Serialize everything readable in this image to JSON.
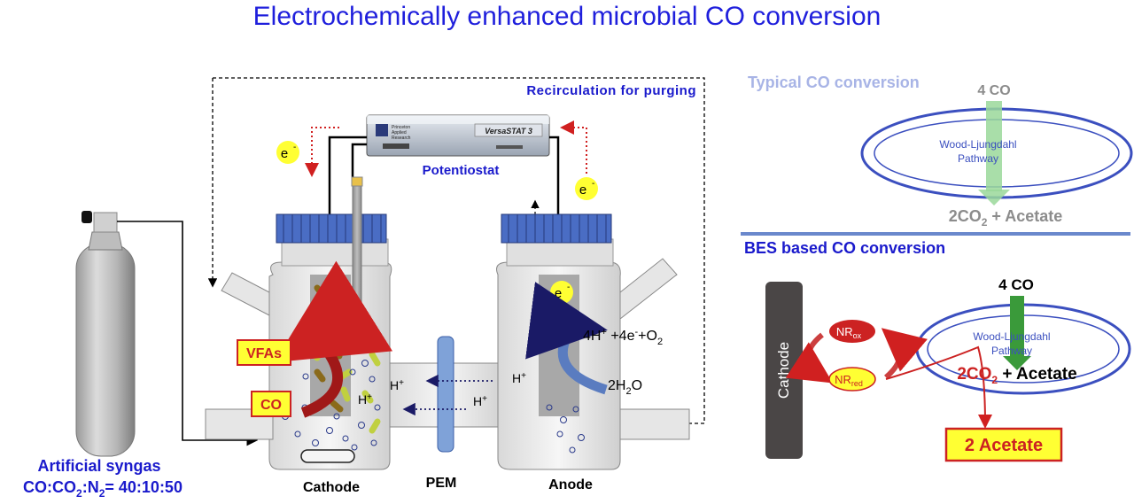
{
  "title": "Electrochemically enhanced microbial CO conversion",
  "recirculation_label": "Recirculation for purging",
  "potentiostat": {
    "label": "Potentiostat",
    "model": "VersaSTAT 3",
    "brand_line1": "Princeton",
    "brand_line2": "Applied",
    "brand_line3": "Research"
  },
  "electron_label": "e",
  "electron_charge": "-",
  "cell": {
    "cathode": "Cathode",
    "pem": "PEM",
    "anode": "Anode",
    "vfas": "VFAs",
    "co": "CO",
    "h_plus": "H",
    "h_charge": "+",
    "anode_reaction": {
      "a": "4H",
      "b": "+",
      "c": " +4e",
      "d": "-",
      "e": "+O",
      "f": "2"
    },
    "water": {
      "a": "2H",
      "b": "2",
      "c": "O"
    }
  },
  "gas": {
    "label_line1": "Artificial syngas",
    "ratio": {
      "a": "CO:CO",
      "b": "2",
      "c": ":N",
      "d": "2",
      "e": "= 40:10:50"
    }
  },
  "typical": {
    "heading": "Typical CO conversion",
    "input": "4 CO",
    "pathway_line1": "Wood-Ljungdahl",
    "pathway_line2": "Pathway",
    "output": {
      "a": "2CO",
      "b": "2",
      "c": " + Acetate"
    }
  },
  "bes": {
    "heading": "BES based CO conversion",
    "input": "4 CO",
    "cathode": "Cathode",
    "nr_ox": {
      "a": "NR",
      "b": "ox"
    },
    "nr_red": {
      "a": "NR",
      "b": "red"
    },
    "pathway_line1": "Wood-Ljungdahl",
    "pathway_line2": "Pathway",
    "output": {
      "a": "2CO",
      "b": "2",
      "c": " + Acetate"
    },
    "result": "2 Acetate"
  },
  "colors": {
    "title": "#1f1fdc",
    "blue_text": "#1a1acc",
    "typical_heading": "#a8b4e6",
    "grey_text": "#8c8c8c",
    "electron_fill": "#ffff33",
    "label_box_fill": "#ffff33",
    "label_box_border": "#cc2222",
    "red_arrow": "#cc2222",
    "green_arrow": "#3a9a3a",
    "light_green_arrow": "#9ad89a",
    "pathway_border": "#3b4fbf",
    "cap_fill": "#4a6dc4",
    "cathode_rod": "#4a4646",
    "divider": "#6a88cc"
  }
}
